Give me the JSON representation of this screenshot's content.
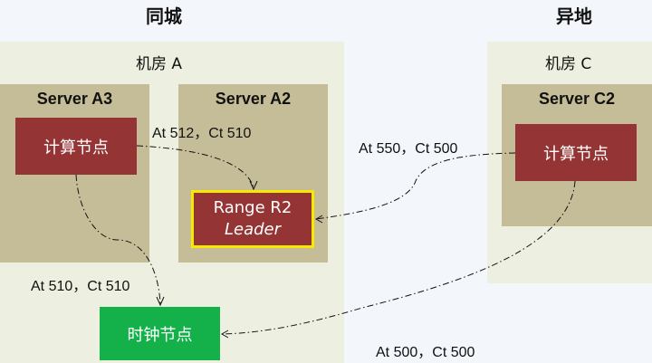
{
  "headers": {
    "same_city": "同城",
    "remote": "异地"
  },
  "rooms": {
    "a": {
      "label": "机房 A"
    },
    "c": {
      "label": "机房 C"
    }
  },
  "servers": {
    "a3": {
      "label": "Server A3",
      "node": "计算节点"
    },
    "a2": {
      "label": "Server A2",
      "range": "Range R2",
      "role": "Leader"
    },
    "c2": {
      "label": "Server C2",
      "node": "计算节点"
    }
  },
  "clock_node": "时钟节点",
  "annotations": {
    "a3_to_r2": "At 512，Ct 510",
    "c2_to_r2": "At 550，Ct 500",
    "a3_to_clock": "At 510，Ct 510",
    "c2_to_clock": "At 500，Ct 500"
  },
  "colors": {
    "compute": "#943434",
    "leader_border": "#f7ea00",
    "clock": "#14b14b",
    "server": "#c5bd98",
    "room": "#edf0e0"
  }
}
